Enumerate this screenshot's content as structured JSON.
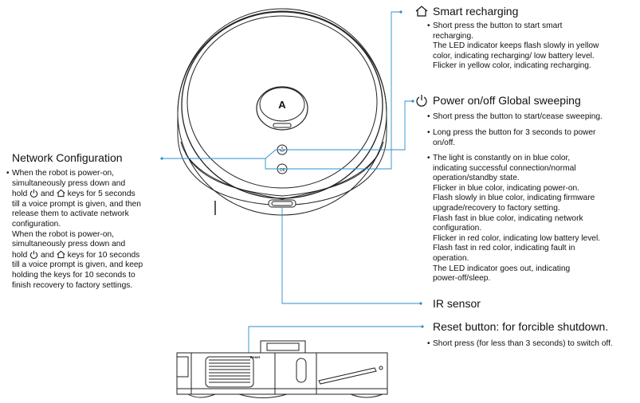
{
  "smart_recharging": {
    "title": "Smart recharging",
    "icon": "home-icon",
    "bullet_lines": [
      "Short press the button to start smart",
      "recharging.",
      "The LED indicator keeps flash slowly in yellow",
      "color, indicating recharging/ low battery level.",
      "Flicker in yellow color, indicating recharging."
    ]
  },
  "power": {
    "title": "Power on/off Global sweeping",
    "icon": "power-icon",
    "bullets": [
      {
        "lines": [
          "Short press the button to start/cease sweeping."
        ]
      },
      {
        "lines": [
          "Long press the button for 3 seconds to power",
          "on/off."
        ]
      },
      {
        "lines": [
          "The light is constantly on in blue color,",
          "indicating successful connection/normal",
          "operation/standby state.",
          "Flicker in blue color, indicating power-on.",
          "Flash slowly in blue color, indicating firmware",
          "upgrade/recovery to factory setting.",
          "Flash fast in blue color, indicating network",
          "configuration.",
          "Flicker in red color, indicating low battery level.",
          "Flash fast in red color, indicating fault in",
          "operation.",
          "The LED indicator goes out, indicating",
          "power-off/sleep."
        ]
      }
    ]
  },
  "network": {
    "title": "Network Configuration",
    "line1": "When the robot is power-on,",
    "line2": "simultaneously press down and",
    "line3_a": "hold",
    "line3_b": "and",
    "line3_c": "keys for 5 seconds",
    "line4": "till a voice prompt is given, and then",
    "line5": "release them to activate network",
    "line6": "configuration.",
    "line7": "When the robot is power-on,",
    "line8": "simultaneously press down and",
    "line9_a": "hold",
    "line9_b": "and",
    "line9_c": "keys for 10 seconds",
    "line10": "till a voice prompt is given, and keep",
    "line11": "holding the keys for 10 seconds to",
    "line12": "finish recovery to factory settings."
  },
  "ir_sensor": {
    "title": "IR sensor"
  },
  "reset": {
    "title": "Reset button: for forcible shutdown.",
    "bullet": "Short press (for less than 3 seconds) to switch off.",
    "device_label": "Reset"
  },
  "robot": {
    "top_logo": "A",
    "button_label": "Off"
  },
  "colors": {
    "leader_line": "#2a8fd0",
    "outline": "#222222"
  }
}
